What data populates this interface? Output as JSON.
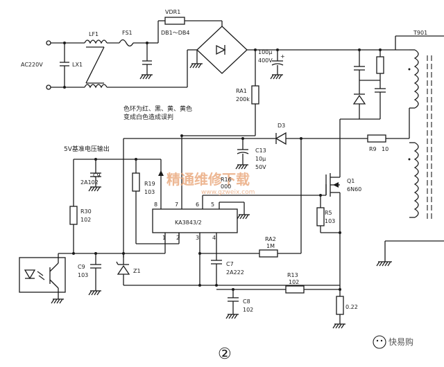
{
  "labels": {
    "vdr1": "VDR1",
    "lf1": "LF1",
    "fs1": "FS1",
    "db": "DB1～DB4",
    "t901": "T901",
    "ac": "AC220V",
    "lx1": "LX1",
    "cap_main_1": "100μ",
    "cap_main_2": "400V",
    "ra1_1": "RA1",
    "ra1_2": "200k",
    "note_1": "色环为红、黑、黄、黄色",
    "note_2": "变成白色造成误判",
    "d3": "D3",
    "r9": "R9",
    "r9_val": "10",
    "ref_out": "5V基准电压输出",
    "c13_1": "C13",
    "c13_2": "10μ",
    "c13_3": "50V",
    "c9a_1": "C9",
    "c9a_2": "2A102",
    "r19_1": "R19",
    "r19_2": "103",
    "r16_1": "R16",
    "r16_2": "000",
    "q1_1": "Q1",
    "q1_2": "6N60",
    "r30_1": "R30",
    "r30_2": "102",
    "ic": "KA3843/2",
    "pin8": "8",
    "pin7": "7",
    "pin6": "6",
    "pin5": "5",
    "pin1": "1",
    "pin2": "2",
    "pin3": "3",
    "pin4": "4",
    "r5_1": "R5",
    "r5_2": "103",
    "ra2_1": "RA2",
    "ra2_2": "1M",
    "c9b_1": "C9",
    "c9b_2": "103",
    "z1": "Z1",
    "c7_1": "C7",
    "c7_2": "2A222",
    "r13_1": "R13",
    "r13_2": "102",
    "c8_1": "C8",
    "c8_2": "102",
    "rs": "0.22",
    "figure": "②",
    "brand": "快易购"
  },
  "watermark": {
    "main": "精通维修下载",
    "url": "www.gzweix.com"
  },
  "colors": {
    "ink": "#1a1a1a",
    "watermark": "#e8a070"
  }
}
